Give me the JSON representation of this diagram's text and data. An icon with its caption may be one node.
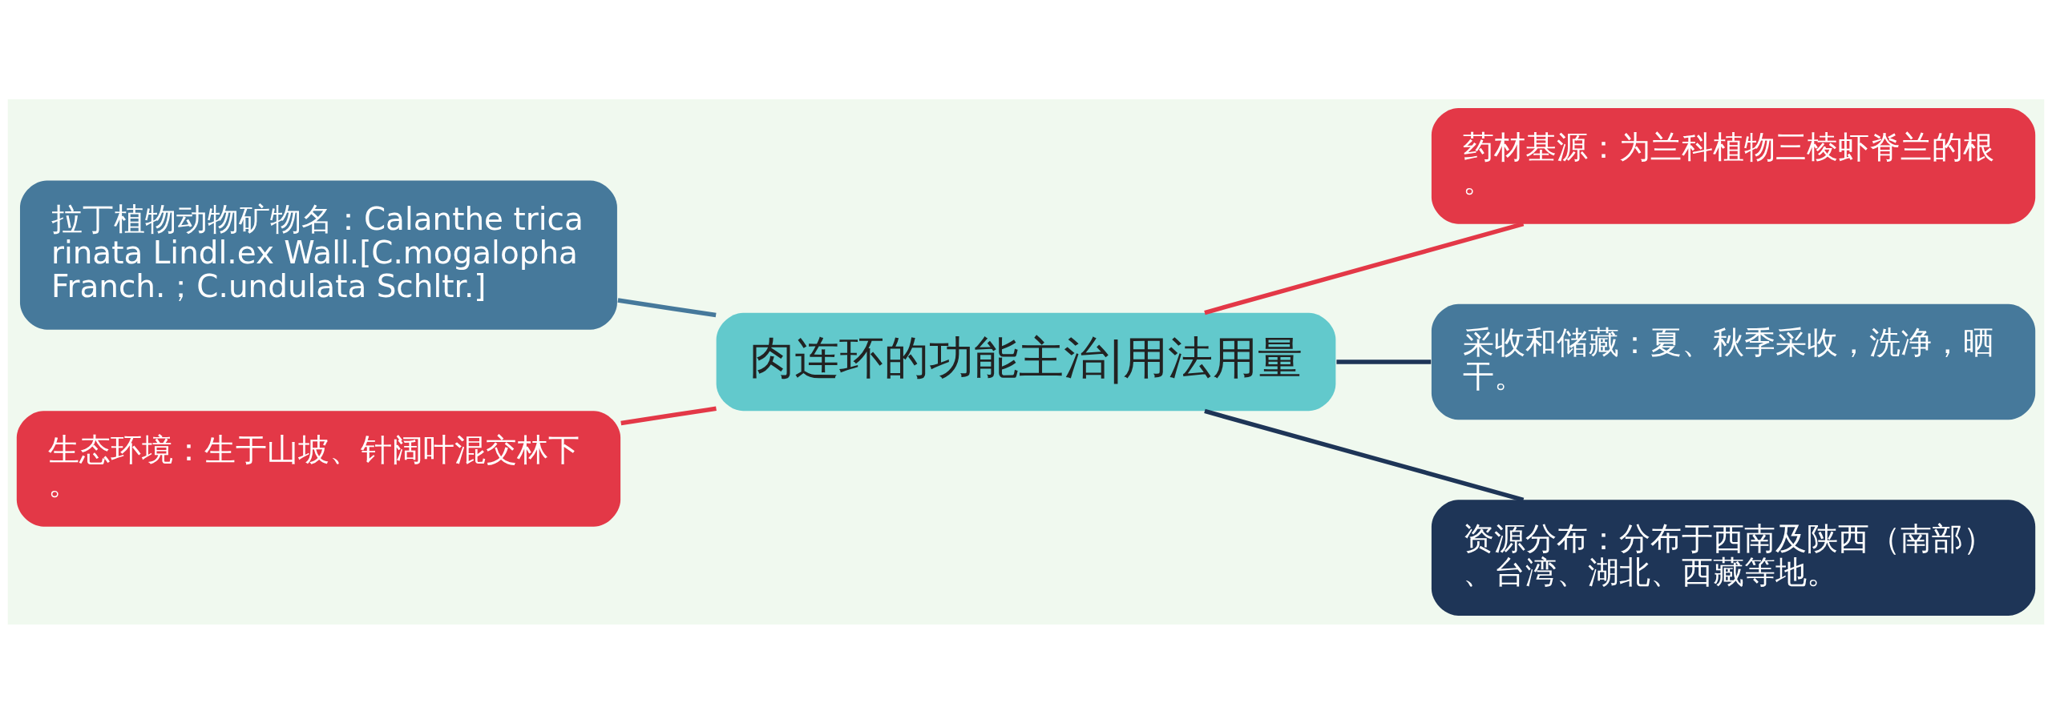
{
  "diagram": {
    "nodes": [
      {
        "text": [
          "肉连环的功能主治|用法用量"
        ]
      },
      {
        "text": [
          "拉丁植物动物矿物名：Calanthe tricarinata Lindl.ex Wall.[C.mogalopha Franch.；C.undulata Schltr.]"
        ]
      },
      {
        "text": [
          "生态环境：生于山坡、针阔叶混交林下。"
        ]
      },
      {
        "text": [
          "药材基源：为兰科植物三棱虾脊兰的根。"
        ]
      },
      {
        "text": [
          "采收和储藏：夏、秋季采收，洗净，晒干。"
        ]
      },
      {
        "text": [
          "资源分布：分布于西南及陕西（南部）、台湾、湖北、西藏等地。"
        ]
      }
    ],
    "edges": [
      {
        "from": 0,
        "to": 1,
        "arrow": "none",
        "color": "#46799b"
      },
      {
        "from": 0,
        "to": 2,
        "arrow": "none",
        "color": "#e33847"
      },
      {
        "from": 0,
        "to": 3,
        "arrow": "none",
        "color": "#e33847"
      },
      {
        "from": 0,
        "to": 4,
        "arrow": "none",
        "color": "#1e3557"
      },
      {
        "from": 0,
        "to": 5,
        "arrow": "none",
        "color": "#1e3557"
      }
    ]
  }
}
